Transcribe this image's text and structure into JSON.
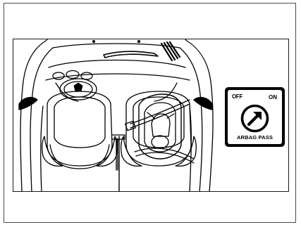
{
  "airbag_switch": {
    "off_label": "OFF",
    "on_label": "ON",
    "name_label": "ARBAG PASS"
  },
  "icons": {
    "knob": "rotary-switch-arrow-icon",
    "car": "car-top-view-icon",
    "child_seat": "rear-facing-child-seat-icon"
  },
  "colors": {
    "line": "#000000",
    "background": "#ffffff",
    "frame": "#4a4a4a"
  }
}
